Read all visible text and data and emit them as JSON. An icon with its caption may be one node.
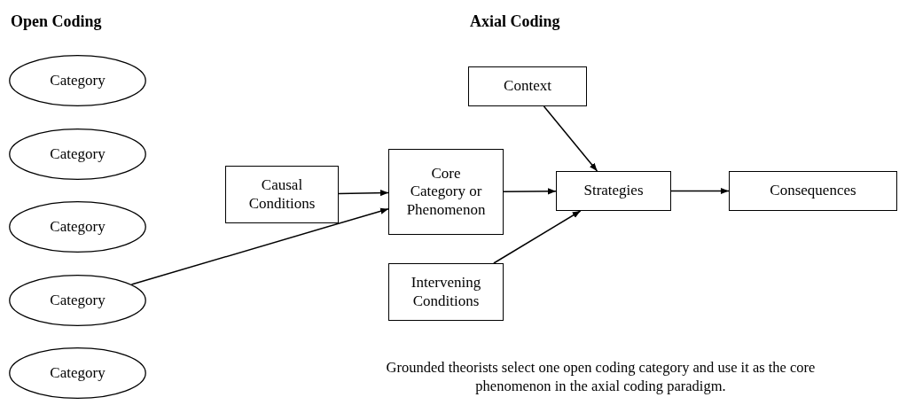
{
  "diagram": {
    "caption": "Grounded theorists select one open coding category and use it as the core phenomenon in the axial coding paradigm.",
    "labels": [
      "Open Coding",
      "Axial Coding"
    ],
    "nodes": [
      {
        "text": [
          "Category"
        ]
      },
      {
        "text": [
          "Category"
        ]
      },
      {
        "text": [
          "Category"
        ]
      },
      {
        "text": [
          "Category"
        ]
      },
      {
        "text": [
          "Category"
        ]
      },
      {
        "text": [
          "Context"
        ]
      },
      {
        "text": [
          "Causal Conditions"
        ]
      },
      {
        "text": [
          "Core Category or Phenomenon"
        ]
      },
      {
        "text": [
          "Strategies"
        ]
      },
      {
        "text": [
          "Consequences"
        ]
      },
      {
        "text": [
          "Intervening Conditions"
        ]
      }
    ],
    "edges": [
      {
        "from": 6,
        "to": 7,
        "arrow": "to"
      },
      {
        "from": 7,
        "to": 8,
        "arrow": "to"
      },
      {
        "from": 5,
        "to": 8,
        "arrow": "to"
      },
      {
        "from": 10,
        "to": 8,
        "arrow": "to"
      },
      {
        "from": 8,
        "to": 9,
        "arrow": "to"
      },
      {
        "from": 3,
        "to": 7,
        "arrow": "to"
      }
    ]
  }
}
